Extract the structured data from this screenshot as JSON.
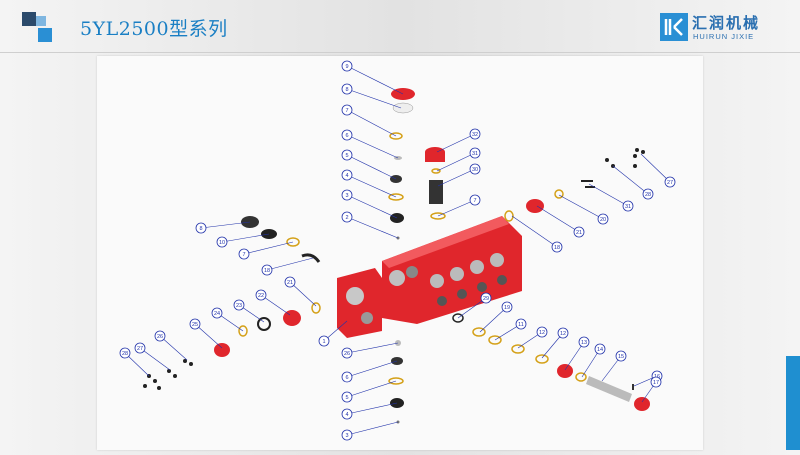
{
  "header": {
    "title": "5YL2500型系列",
    "logo": {
      "text_cn": "汇润机械",
      "text_en": "HUIRUN  JIXIE"
    }
  },
  "colors": {
    "accent": "#1a7fc4",
    "part_red": "#e0262c",
    "brass": "#d4a017"
  },
  "diagram": {
    "callouts": [
      "9",
      "8",
      "7",
      "6",
      "5",
      "4",
      "3",
      "2",
      "1",
      "32",
      "31",
      "30",
      "7",
      "8",
      "10",
      "7",
      "18",
      "21",
      "22",
      "23",
      "24",
      "25",
      "26",
      "27",
      "28",
      "29",
      "19",
      "11",
      "12",
      "12",
      "13",
      "14",
      "15",
      "16",
      "17",
      "18",
      "21",
      "20",
      "31",
      "28",
      "27",
      "26",
      "6",
      "5",
      "4",
      "3",
      "2"
    ]
  }
}
